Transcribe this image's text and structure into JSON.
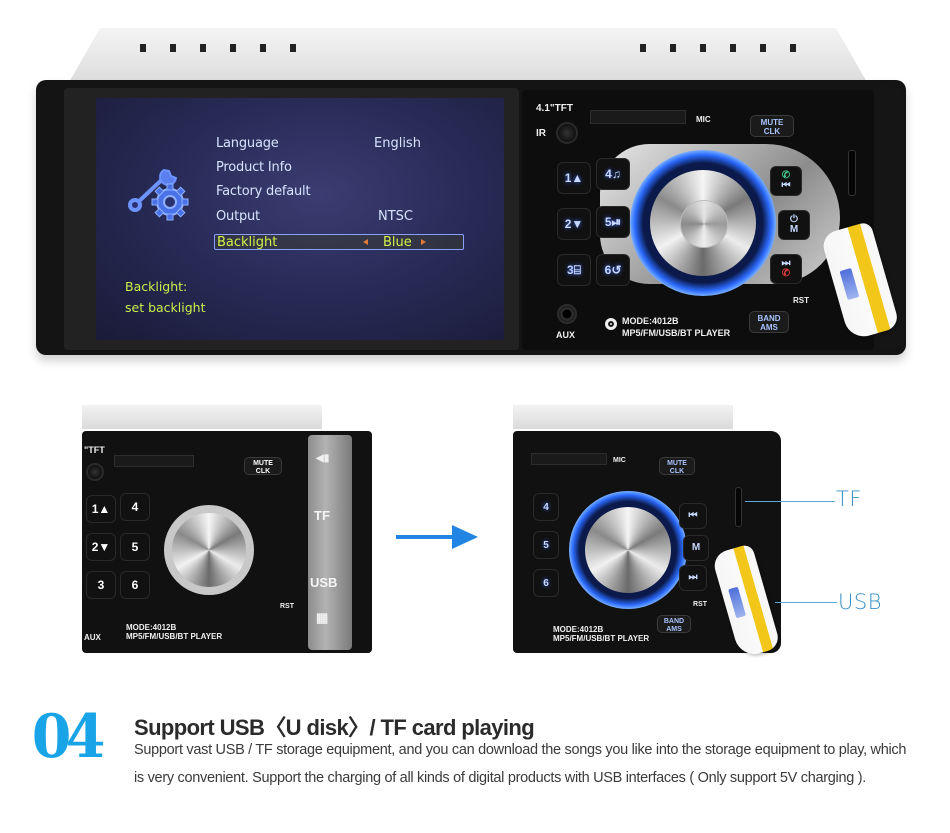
{
  "screen": {
    "menu_items": [
      {
        "label": "Language",
        "value": "English"
      },
      {
        "label": "Product Info",
        "value": ""
      },
      {
        "label": "Factory default",
        "value": ""
      },
      {
        "label": "Output",
        "value": "NTSC"
      },
      {
        "label": "Backlight",
        "value": "Blue",
        "selected": true
      }
    ],
    "help_title": "Backlight:",
    "help_text": "set backlight",
    "icon": "wrench-gear-settings-icon"
  },
  "control_panel": {
    "screen_size_label": "4.1\"TFT",
    "ir_label": "IR",
    "mic_label": "MIC",
    "mute_button": {
      "line1": "MUTE",
      "line2": "CLK"
    },
    "band_button": {
      "line1": "BAND",
      "line2": "AMS"
    },
    "rst_label": "RST",
    "aux_label": "AUX",
    "model_line1": "MODE:4012B",
    "model_line2": "MP5/FM/USB/BT PLAYER",
    "preset_keys": [
      {
        "number": "1",
        "symbol": "▲"
      },
      {
        "number": "2",
        "symbol": "▼"
      },
      {
        "number": "3",
        "symbol": "⌸"
      },
      {
        "number": "4",
        "symbol": "♫"
      },
      {
        "number": "5",
        "symbol": "⏯"
      },
      {
        "number": "6",
        "symbol": "↺"
      }
    ],
    "side_keys": [
      {
        "top": "✆",
        "bottom": "⏮"
      },
      {
        "top": "⏻",
        "bottom": "M"
      },
      {
        "top": "⏭",
        "bottom": "✆"
      }
    ],
    "accent_color": "#2b6bff"
  },
  "detail_photo_left": {
    "tf_label": "TF",
    "usb_label": "USB",
    "partial_tft_label": "\"TFT"
  },
  "detail_photo_right": {
    "callouts": [
      {
        "label": "TF"
      },
      {
        "label": "USB"
      }
    ]
  },
  "feature": {
    "number": "04",
    "title": "Support USB〈U disk〉/ TF card playing",
    "body": "Support vast USB / TF storage equipment, and you can download the songs you like into the storage equipment to play, which is very convenient. Support the charging of all kinds of digital products with USB interfaces ( Only support 5V charging ).",
    "number_color": "#18a4e6"
  }
}
